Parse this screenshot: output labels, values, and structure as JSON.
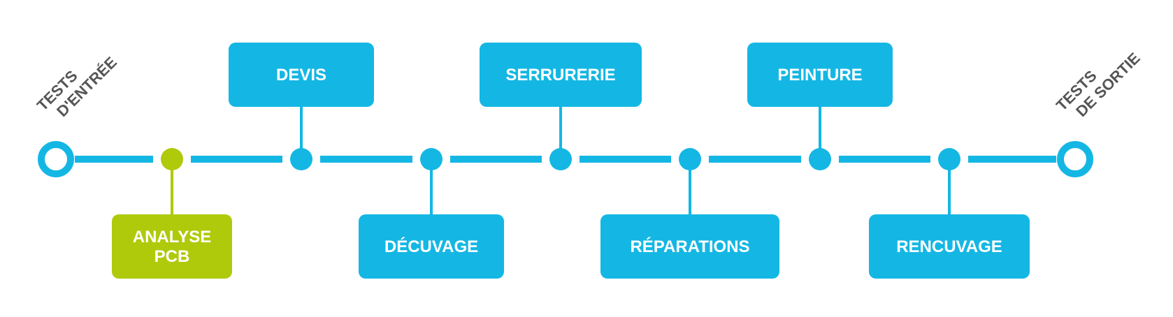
{
  "colors": {
    "blue": "#14b7e4",
    "green": "#afca0b",
    "gray": "#555555",
    "white": "#ffffff"
  },
  "start_label": {
    "lines": [
      "TESTS",
      "D'ENTRÉE"
    ]
  },
  "end_label": {
    "lines": [
      "TESTS",
      "DE SORTIE"
    ]
  },
  "steps": [
    {
      "lines": [
        "ANALYSE",
        "PCB"
      ],
      "side": "below",
      "color": "green"
    },
    {
      "lines": [
        "DEVIS"
      ],
      "side": "above",
      "color": "blue"
    },
    {
      "lines": [
        "DÉCUVAGE"
      ],
      "side": "below",
      "color": "blue"
    },
    {
      "lines": [
        "SERRURERIE"
      ],
      "side": "above",
      "color": "blue"
    },
    {
      "lines": [
        "RÉPARATIONS"
      ],
      "side": "below",
      "color": "blue"
    },
    {
      "lines": [
        "PEINTURE"
      ],
      "side": "above",
      "color": "blue"
    },
    {
      "lines": [
        "RENCUVAGE"
      ],
      "side": "below",
      "color": "blue"
    }
  ]
}
